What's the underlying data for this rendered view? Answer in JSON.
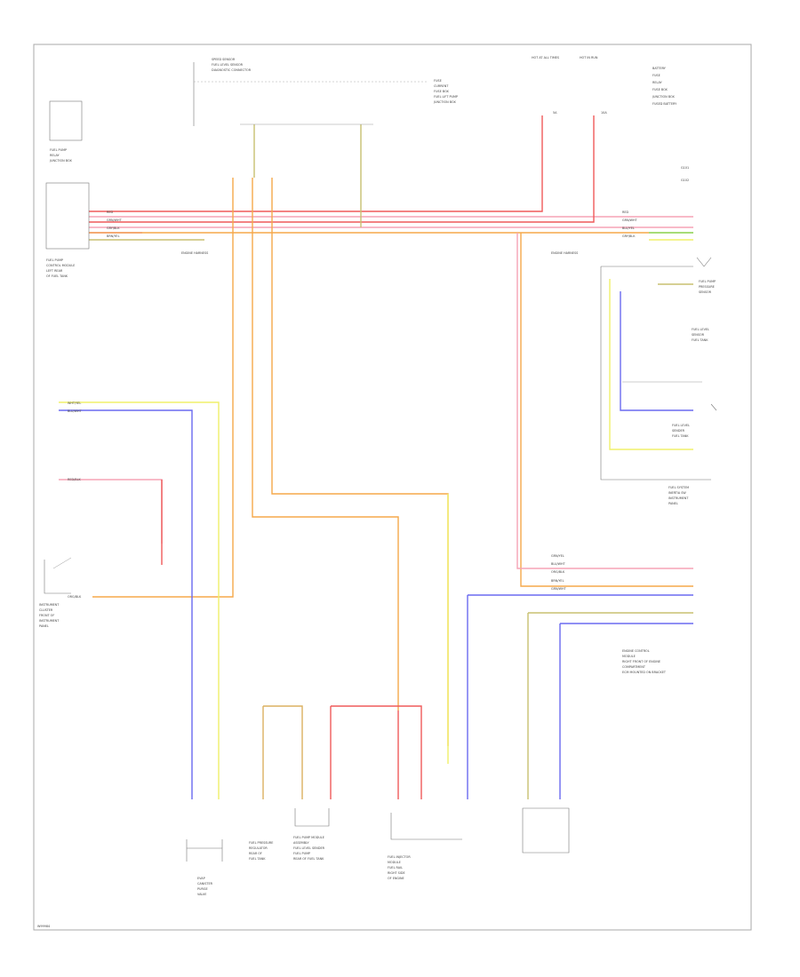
{
  "labels": {
    "top_center_module": [
      "SPEED SENSOR",
      "FUEL LEVEL SENSOR",
      "DIAGNOSTIC CONNECTOR"
    ],
    "fuse_group": [
      "FUSE",
      "CURRENT",
      "FUSE BOX",
      "FUEL LIFT PUMP",
      "JUNCTION BOX"
    ],
    "hot_at_all_times": "HOT AT ALL TIMES",
    "hot_in_run": "HOT IN RUN",
    "top_right_notes": [
      "BATTERY",
      "FUSE",
      "RELAY",
      "FUSE BOX",
      "JUNCTION BOX",
      "FUSED BATTERY"
    ],
    "legend_ground": [
      "G101",
      "G102"
    ],
    "fuel_pump_relay": [
      "FUEL PUMP",
      "RELAY",
      "JUNCTION BOX"
    ],
    "fuel_pump_control_module": [
      "FUEL PUMP",
      "CONTROL MODULE",
      "LEFT REAR",
      "OF FUEL TANK"
    ],
    "engine_harness_left": "ENGINE HARNESS",
    "engine_harness_right": "ENGINE HARNESS",
    "pressure_sensor": [
      "FUEL PUMP",
      "PRESSURE",
      "SENSOR"
    ],
    "fuel_tank_level_sensor": [
      "FUEL LEVEL",
      "SENSOR",
      "FUEL TANK"
    ],
    "fuel_level_sender": [
      "FUEL LEVEL",
      "SENDER",
      "FUEL TANK"
    ],
    "left_side_component": [
      "FUEL SYSTEM",
      "INERTIA SW",
      "INSTRUMENT",
      "PANEL"
    ],
    "instrument_cluster": [
      "INSTRUMENT",
      "CLUSTER",
      "FRONT OF",
      "INSTRUMENT",
      "PANEL"
    ],
    "evap_canister": [
      "EVAP",
      "CANISTER",
      "PURGE",
      "VALVE"
    ],
    "fuel_pressure_regulator": [
      "FUEL PRESSURE",
      "REGULATOR",
      "REAR OF",
      "FUEL TANK"
    ],
    "fuel_pump_module_assy": [
      "FUEL PUMP MODULE",
      "ASSEMBLY",
      "FUEL LEVEL SENDER",
      "FUEL PUMP",
      "REAR OF FUEL TANK"
    ],
    "fuel_injector_module": [
      "FUEL INJECTOR",
      "MODULE",
      "FUEL RAIL",
      "RIGHT SIDE",
      "OF ENGINE"
    ],
    "engine_control_module": [
      "ENGINE CONTROL",
      "MODULE",
      "RIGHT FRONT OF ENGINE",
      "COMPARTMENT",
      "ECM MOUNTED ON BRACKET"
    ],
    "footer": "W99984"
  },
  "wires": {
    "red": "#ef5a5a",
    "pink": "#f5a3b5",
    "orange": "#f5a84a",
    "yellow": "#f0f06a",
    "blue": "#6a6af0",
    "green": "#8adf6a",
    "olive": "#c8c070",
    "tan": "#dcb060",
    "magenta": "#e060e0",
    "grey": "#9a9a9a"
  },
  "wire_codes": {
    "left_bundle": [
      "RED",
      "GRN/WHT",
      "GRY/BLK",
      "BRN/YEL"
    ],
    "right_bundle": [
      "RED",
      "GRN/WHT",
      "BLU/YEL",
      "GRY/BLK"
    ],
    "top_right_fuses": [
      "5A",
      "10A"
    ],
    "left_lower": [
      "WHT/YEL",
      "BLU/WHT",
      "RED/BLK",
      "ORG/BLK"
    ],
    "right_lower": [
      "GRN/YEL",
      "BLU/WHT",
      "ORG/BLK",
      "BRN/YEL",
      "GRN/WHT"
    ]
  }
}
